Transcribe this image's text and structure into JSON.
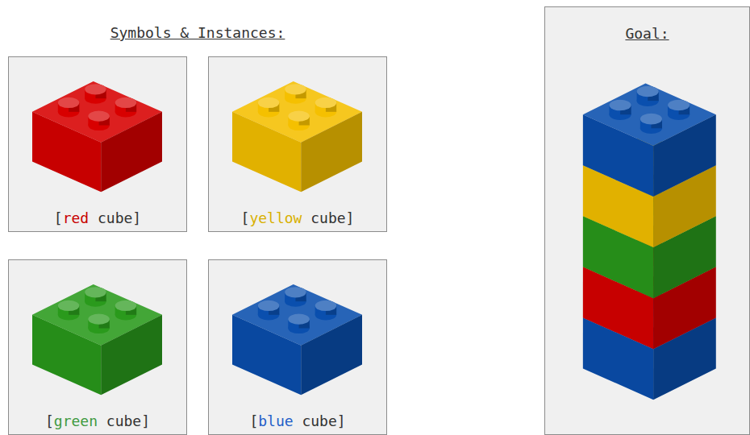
{
  "diagram": {
    "title": "Symbols & Instances:",
    "nodes": [
      {
        "text": [
          "[red cube]"
        ]
      },
      {
        "text": [
          "[yellow cube]"
        ]
      },
      {
        "text": [
          "[green cube]"
        ]
      },
      {
        "text": [
          "[blue cube]"
        ]
      },
      {
        "text": [
          "Goal:"
        ]
      }
    ]
  }
}
